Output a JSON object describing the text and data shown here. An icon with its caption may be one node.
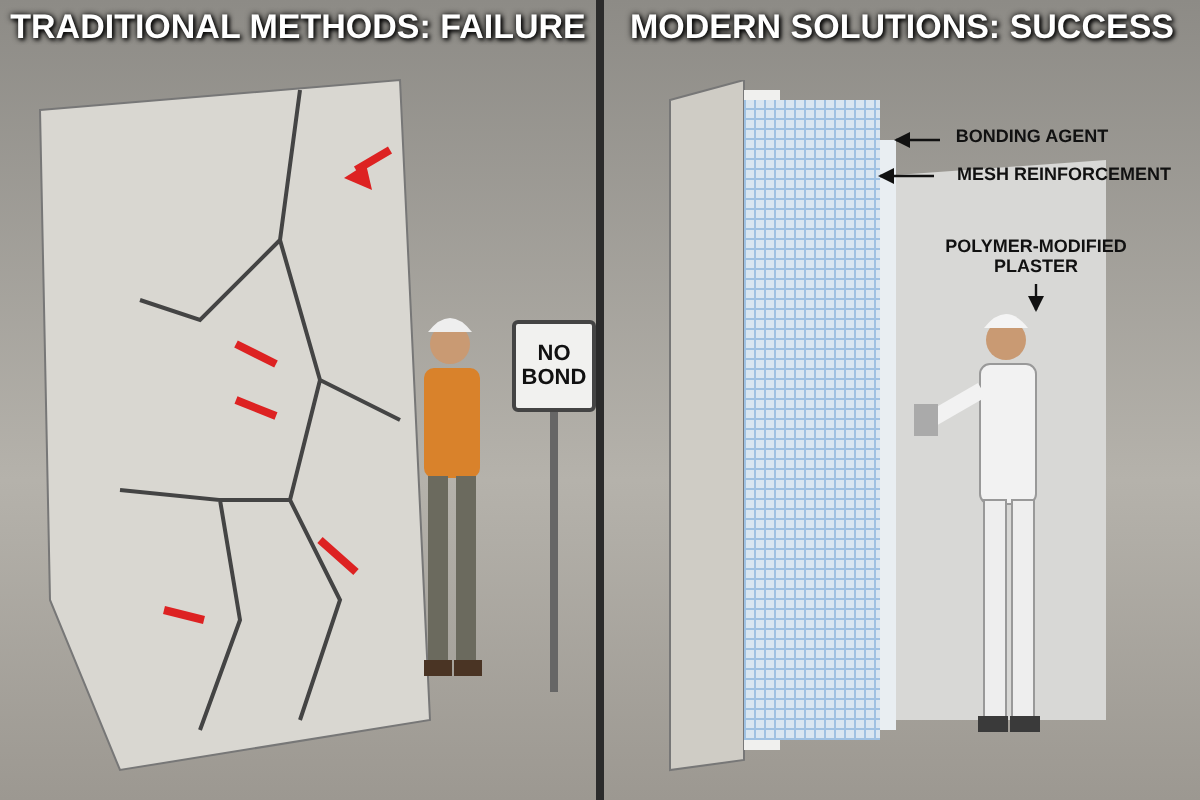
{
  "diagram": {
    "nodes": [
      {
        "text": [
          "NO BOND"
        ]
      },
      {
        "text": [
          "BONDING AGENT"
        ]
      },
      {
        "text": [],
        "shape": "bar"
      },
      {
        "text": [
          "MESH REINFORCEMENT"
        ]
      },
      {
        "text": [],
        "shape": "box"
      },
      {
        "text": [
          "POLYMER-MODIFIED PLASTER"
        ]
      },
      {
        "text": [],
        "shape": "box"
      }
    ],
    "edges": [
      {
        "from": 1,
        "to": 2,
        "arrow": "to"
      },
      {
        "from": 3,
        "to": 4,
        "arrow": "to"
      },
      {
        "from": 5,
        "to": 6,
        "arrow": "to"
      }
    ],
    "labels": [
      "TRADITIONAL METHODS: FAILURE",
      "MODERN SOLUTIONS: SUCCESS"
    ]
  }
}
